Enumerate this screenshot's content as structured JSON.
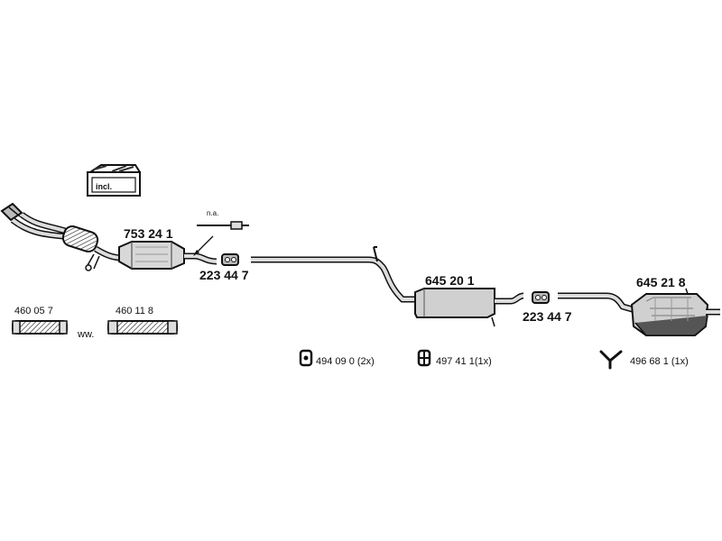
{
  "parts": {
    "catalytic_converter": "753 24 1",
    "clamp_front": "223 44 7",
    "middle_silencer": "645 20 1",
    "clamp_rear": "223 44 7",
    "rear_silencer": "645 21 8",
    "flex_pipe_1": "460 05 7",
    "flex_pipe_2": "460 11 8",
    "mount_1": "494 09 0 (2x)",
    "mount_2": "497 41 1(1x)",
    "mount_3": "496 68 1 (1x)"
  },
  "labels": {
    "incl": "incl.",
    "na": "n.a.",
    "ww": "ww."
  }
}
